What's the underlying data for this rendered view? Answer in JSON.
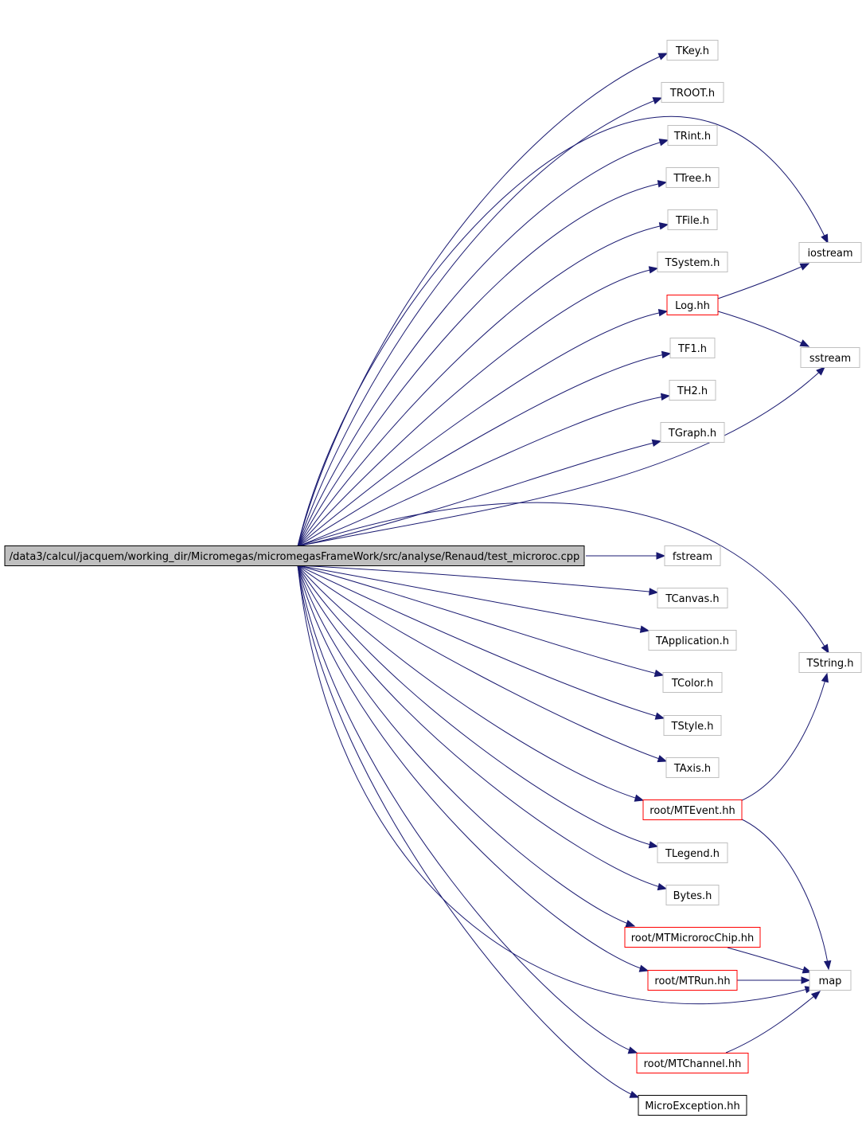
{
  "colors": {
    "edge": "#191970",
    "root_fill": "#bfbfbf",
    "root_border": "#000000",
    "node_fill": "#ffffff",
    "plain_border": "#bfbfbf",
    "documented_border": "#ff0000",
    "linked_border": "#000000"
  },
  "root": {
    "id": "root",
    "label": "/data3/calcul/jacquem/working_dir/Micromegas/micromegasFrameWork/src/analyse/Renaud/test_microroc.cpp"
  },
  "nodes": [
    {
      "id": "TKey.h",
      "label": "TKey.h",
      "kind": "plain"
    },
    {
      "id": "TROOT.h",
      "label": "TROOT.h",
      "kind": "plain"
    },
    {
      "id": "TRint.h",
      "label": "TRint.h",
      "kind": "plain"
    },
    {
      "id": "TTree.h",
      "label": "TTree.h",
      "kind": "plain"
    },
    {
      "id": "TFile.h",
      "label": "TFile.h",
      "kind": "plain"
    },
    {
      "id": "TSystem.h",
      "label": "TSystem.h",
      "kind": "plain"
    },
    {
      "id": "Log.hh",
      "label": "Log.hh",
      "kind": "documented"
    },
    {
      "id": "TF1.h",
      "label": "TF1.h",
      "kind": "plain"
    },
    {
      "id": "TH2.h",
      "label": "TH2.h",
      "kind": "plain"
    },
    {
      "id": "TGraph.h",
      "label": "TGraph.h",
      "kind": "plain"
    },
    {
      "id": "fstream",
      "label": "fstream",
      "kind": "plain"
    },
    {
      "id": "TCanvas.h",
      "label": "TCanvas.h",
      "kind": "plain"
    },
    {
      "id": "TApplication.h",
      "label": "TApplication.h",
      "kind": "plain"
    },
    {
      "id": "TColor.h",
      "label": "TColor.h",
      "kind": "plain"
    },
    {
      "id": "TStyle.h",
      "label": "TStyle.h",
      "kind": "plain"
    },
    {
      "id": "TAxis.h",
      "label": "TAxis.h",
      "kind": "plain"
    },
    {
      "id": "root/MTEvent.hh",
      "label": "root/MTEvent.hh",
      "kind": "documented"
    },
    {
      "id": "TLegend.h",
      "label": "TLegend.h",
      "kind": "plain"
    },
    {
      "id": "Bytes.h",
      "label": "Bytes.h",
      "kind": "plain"
    },
    {
      "id": "root/MTMicrorocChip.hh",
      "label": "root/MTMicrorocChip.hh",
      "kind": "documented"
    },
    {
      "id": "root/MTRun.hh",
      "label": "root/MTRun.hh",
      "kind": "documented"
    },
    {
      "id": "root/MTChannel.hh",
      "label": "root/MTChannel.hh",
      "kind": "documented"
    },
    {
      "id": "MicroException.hh",
      "label": "MicroException.hh",
      "kind": "linked"
    },
    {
      "id": "iostream",
      "label": "iostream",
      "kind": "plain"
    },
    {
      "id": "sstream",
      "label": "sstream",
      "kind": "plain"
    },
    {
      "id": "TString.h",
      "label": "TString.h",
      "kind": "plain"
    },
    {
      "id": "map",
      "label": "map",
      "kind": "plain"
    }
  ],
  "edges": [
    {
      "from": "root",
      "to": "TKey.h"
    },
    {
      "from": "root",
      "to": "TROOT.h"
    },
    {
      "from": "root",
      "to": "TRint.h"
    },
    {
      "from": "root",
      "to": "TTree.h"
    },
    {
      "from": "root",
      "to": "TFile.h"
    },
    {
      "from": "root",
      "to": "TSystem.h"
    },
    {
      "from": "root",
      "to": "Log.hh"
    },
    {
      "from": "root",
      "to": "TF1.h"
    },
    {
      "from": "root",
      "to": "TH2.h"
    },
    {
      "from": "root",
      "to": "TGraph.h"
    },
    {
      "from": "root",
      "to": "fstream"
    },
    {
      "from": "root",
      "to": "TCanvas.h"
    },
    {
      "from": "root",
      "to": "TApplication.h"
    },
    {
      "from": "root",
      "to": "TColor.h"
    },
    {
      "from": "root",
      "to": "TStyle.h"
    },
    {
      "from": "root",
      "to": "TAxis.h"
    },
    {
      "from": "root",
      "to": "root/MTEvent.hh"
    },
    {
      "from": "root",
      "to": "TLegend.h"
    },
    {
      "from": "root",
      "to": "Bytes.h"
    },
    {
      "from": "root",
      "to": "root/MTMicrorocChip.hh"
    },
    {
      "from": "root",
      "to": "root/MTRun.hh"
    },
    {
      "from": "root",
      "to": "root/MTChannel.hh"
    },
    {
      "from": "root",
      "to": "MicroException.hh"
    },
    {
      "from": "root",
      "to": "iostream"
    },
    {
      "from": "root",
      "to": "sstream"
    },
    {
      "from": "root",
      "to": "TString.h"
    },
    {
      "from": "root",
      "to": "map"
    },
    {
      "from": "Log.hh",
      "to": "iostream"
    },
    {
      "from": "Log.hh",
      "to": "sstream"
    },
    {
      "from": "root/MTEvent.hh",
      "to": "TString.h"
    },
    {
      "from": "root/MTEvent.hh",
      "to": "map"
    },
    {
      "from": "root/MTMicrorocChip.hh",
      "to": "map"
    },
    {
      "from": "root/MTRun.hh",
      "to": "map"
    },
    {
      "from": "root/MTChannel.hh",
      "to": "map"
    }
  ]
}
